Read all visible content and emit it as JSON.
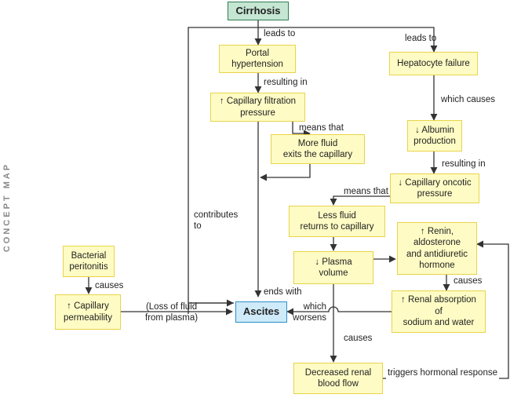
{
  "side_label": "CONCEPT MAP",
  "nodes": {
    "cirrhosis": "Cirrhosis",
    "portal": "Portal\nhypertension",
    "hepatocyte": "Hepatocyte failure",
    "cap_filtration": "↑ Capillary filtration\npressure",
    "albumin": "↓ Albumin\nproduction",
    "more_fluid": "More fluid\nexits the capillary",
    "oncotic": "↓ Capillary oncotic\npressure",
    "less_fluid": "Less fluid\nreturns to capillary",
    "renin": "↑ Renin,\naldosterone\nand antidiuretic\nhormone",
    "plasma": "↓ Plasma\nvolume",
    "bacterial": "Bacterial\nperitonitis",
    "cap_perm": "↑ Capillary\npermeability",
    "ascites": "Ascites",
    "renal_abs": "↑ Renal absorption\nof\nsodium and water",
    "renal_flow": "Decreased renal\nblood flow"
  },
  "links": {
    "leads_to_1": "leads to",
    "leads_to_2": "leads to",
    "resulting_in_1": "resulting in",
    "which_causes": "which causes",
    "means_that_1": "means that",
    "resulting_in_2": "resulting in",
    "means_that_2": "means that",
    "contributes_to": "contributes\nto",
    "causes_1": "causes",
    "causes_2": "causes",
    "ends_with": "ends with",
    "loss_fluid": "(Loss of fluid\nfrom plasma)",
    "which_worsens": "which\nworsens",
    "causes_3": "causes",
    "triggers": "triggers hormonal response"
  }
}
